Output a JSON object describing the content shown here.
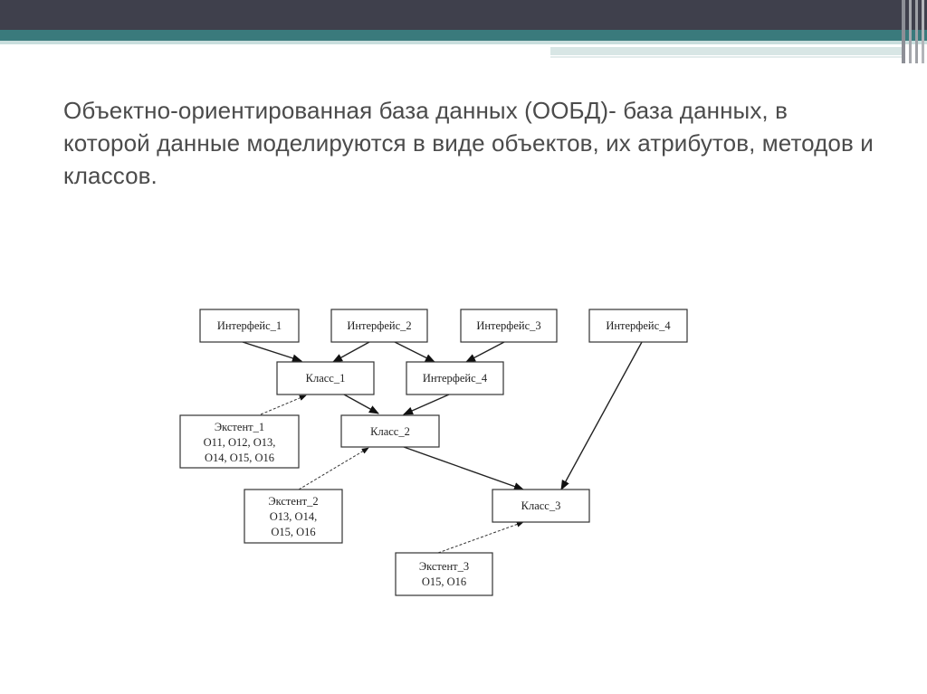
{
  "slide": {
    "accent_colors": {
      "header_dark": "#3f404c",
      "header_teal": "#3a7a7c",
      "header_light": "#c9dedd",
      "text": "#4b4b4b"
    },
    "body_text": "Объектно-ориентированная база данных  (ООБД)- база данных, в которой данные моделируются в виде объектов, их атрибутов, методов и классов."
  },
  "diagram": {
    "nodes": {
      "interface_1": {
        "lines": [
          "Интерфейс_1"
        ]
      },
      "interface_2": {
        "lines": [
          "Интерфейс_2"
        ]
      },
      "interface_3": {
        "lines": [
          "Интерфейс_3"
        ]
      },
      "interface_4_top": {
        "lines": [
          "Интерфейс_4"
        ]
      },
      "class_1": {
        "lines": [
          "Класс_1"
        ]
      },
      "interface_4_mid": {
        "lines": [
          "Интерфейс_4"
        ]
      },
      "extent_1": {
        "lines": [
          "Экстент_1",
          "O11, O12, O13,",
          "O14, O15, O16"
        ]
      },
      "class_2": {
        "lines": [
          "Класс_2"
        ]
      },
      "extent_2": {
        "lines": [
          "Экстент_2",
          "O13, O14,",
          "O15, O16"
        ]
      },
      "class_3": {
        "lines": [
          "Класс_3"
        ]
      },
      "extent_3": {
        "lines": [
          "Экстент_3",
          "O15, O16"
        ]
      }
    },
    "edges": [
      {
        "from": "interface_1",
        "to": "class_1",
        "style": "solid"
      },
      {
        "from": "interface_2",
        "to": "class_1",
        "style": "solid"
      },
      {
        "from": "interface_2",
        "to": "interface_4_mid",
        "style": "solid"
      },
      {
        "from": "interface_3",
        "to": "interface_4_mid",
        "style": "solid"
      },
      {
        "from": "interface_4_mid",
        "to": "class_2",
        "style": "solid"
      },
      {
        "from": "class_1",
        "to": "class_2",
        "style": "solid"
      },
      {
        "from": "class_2",
        "to": "class_3",
        "style": "solid"
      },
      {
        "from": "interface_4_top",
        "to": "class_3",
        "style": "solid"
      },
      {
        "from": "extent_1",
        "to": "class_1",
        "style": "dashed"
      },
      {
        "from": "extent_2",
        "to": "class_2",
        "style": "dashed"
      },
      {
        "from": "extent_3",
        "to": "class_3",
        "style": "dashed"
      }
    ]
  }
}
